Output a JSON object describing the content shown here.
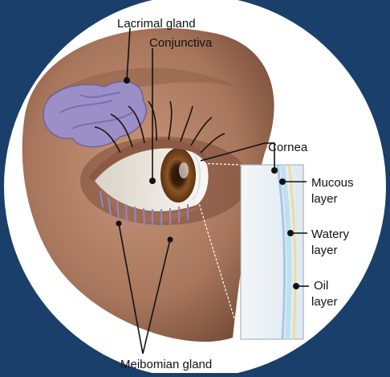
{
  "colors": {
    "background": "#1b3f6b",
    "skin": "#b07e63",
    "skin_dark": "#6e4634",
    "lacrimal_gland": "#9c8fc7",
    "iris": "#8a5524",
    "inset_panel": "#eaf1f6",
    "label_text": "#111111"
  },
  "labels": {
    "lacrimal_gland": "Lacrimal gland",
    "conjunctiva": "Conjunctiva",
    "cornea": "Cornea",
    "mucous_1": "Mucous",
    "mucous_2": "layer",
    "watery_1": "Watery",
    "watery_2": "layer",
    "oil_1": "Oil",
    "oil_2": "layer",
    "meibomian": "Meibomian gland"
  },
  "icons": {
    "eye": "eye-anatomy-illustration",
    "tear_film": "tear-film-cross-section"
  }
}
